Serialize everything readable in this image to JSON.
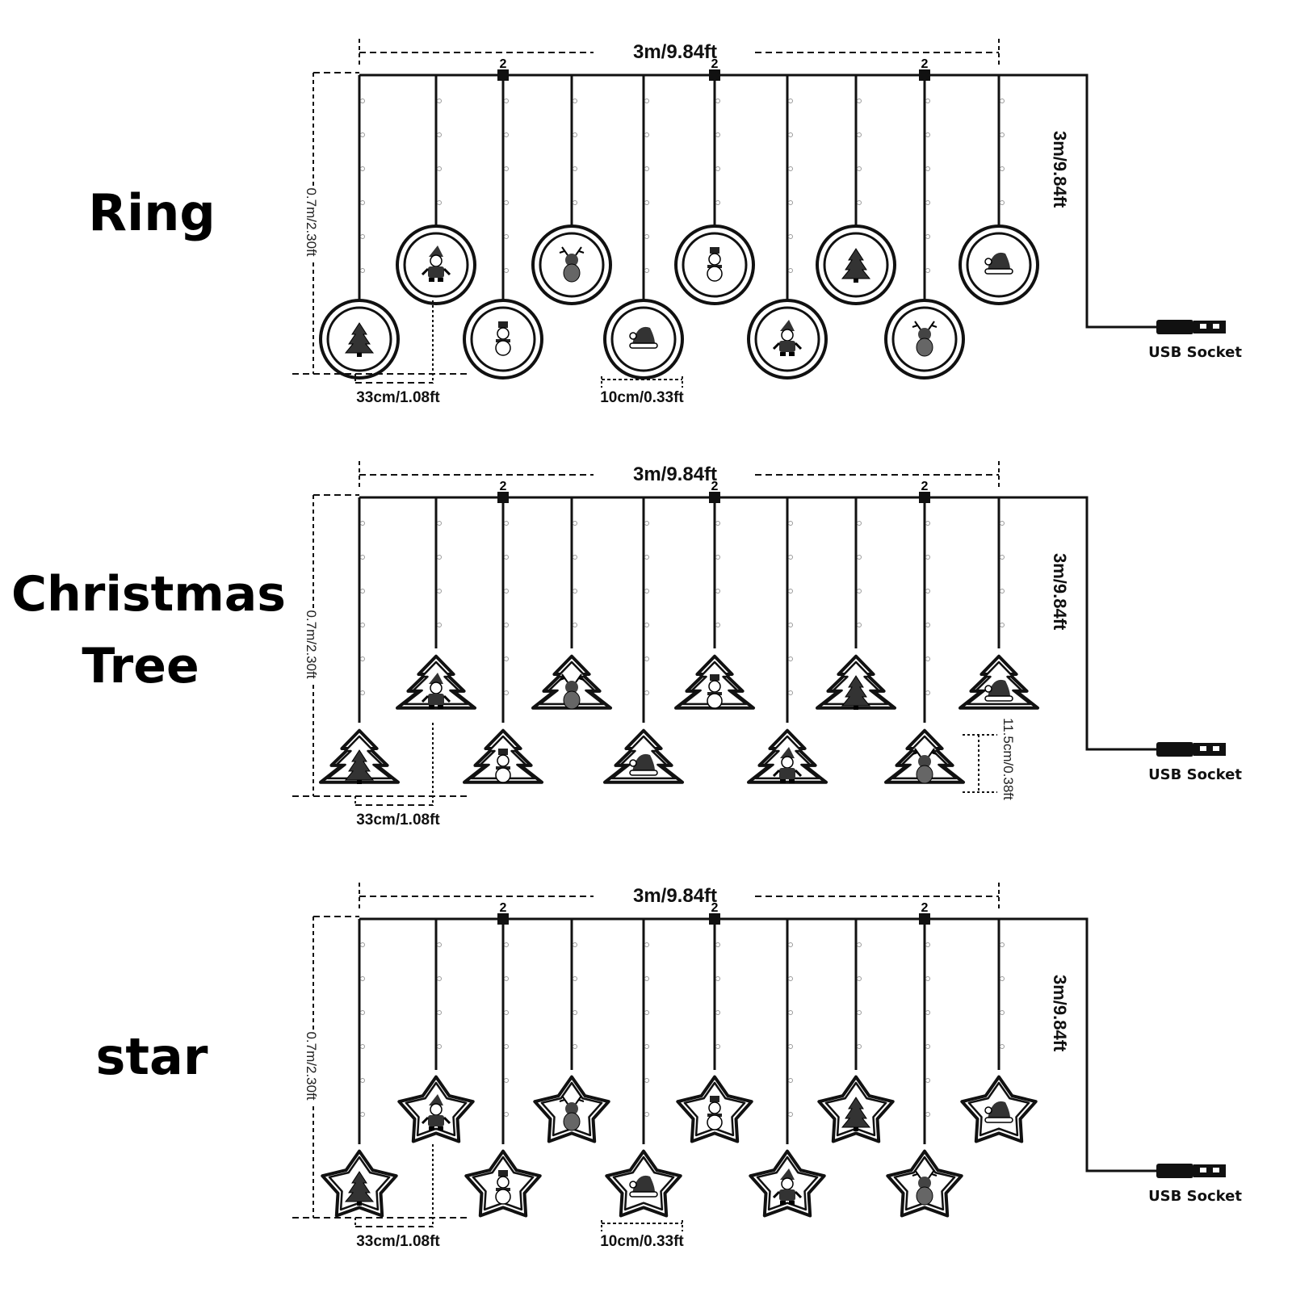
{
  "colors": {
    "line": "#111111",
    "background": "#ffffff"
  },
  "sections": [
    {
      "title_lines": [
        "Ring"
      ],
      "shape": "ring",
      "width_label": "3m/9.84ft",
      "lead_label": "3m/9.84ft",
      "height_label": "0.7m/2.30ft",
      "spacing_label": "33cm/1.08ft",
      "size_label": "10cm/0.33ft",
      "usb_label": "USB Socket",
      "clip_label": "2",
      "pendants": [
        "tree-icon",
        "santa-icon",
        "snowman-icon",
        "reindeer-icon",
        "santa-hat-icon",
        "snowman-icon",
        "santa-icon",
        "tree-icon",
        "reindeer-icon",
        "santa-hat-icon"
      ]
    },
    {
      "title_lines": [
        "Christmas",
        "Tree"
      ],
      "shape": "tree",
      "width_label": "3m/9.84ft",
      "lead_label": "3m/9.84ft",
      "height_label": "0.7m/2.30ft",
      "spacing_label": "33cm/1.08ft",
      "size_label": "11.5cm/0.38ft",
      "usb_label": "USB Socket",
      "clip_label": "2",
      "pendants": [
        "tree-icon",
        "santa-icon",
        "snowman-icon",
        "reindeer-icon",
        "santa-hat-icon",
        "snowman-icon",
        "santa-icon",
        "tree-icon",
        "reindeer-icon",
        "santa-hat-icon"
      ]
    },
    {
      "title_lines": [
        "star"
      ],
      "shape": "star",
      "width_label": "3m/9.84ft",
      "lead_label": "3m/9.84ft",
      "height_label": "0.7m/2.30ft",
      "spacing_label": "33cm/1.08ft",
      "size_label": "10cm/0.33ft",
      "usb_label": "USB Socket",
      "clip_label": "2",
      "pendants": [
        "tree-icon",
        "santa-icon",
        "snowman-icon",
        "reindeer-icon",
        "santa-hat-icon",
        "snowman-icon",
        "santa-icon",
        "tree-icon",
        "reindeer-icon",
        "santa-hat-icon"
      ]
    }
  ]
}
